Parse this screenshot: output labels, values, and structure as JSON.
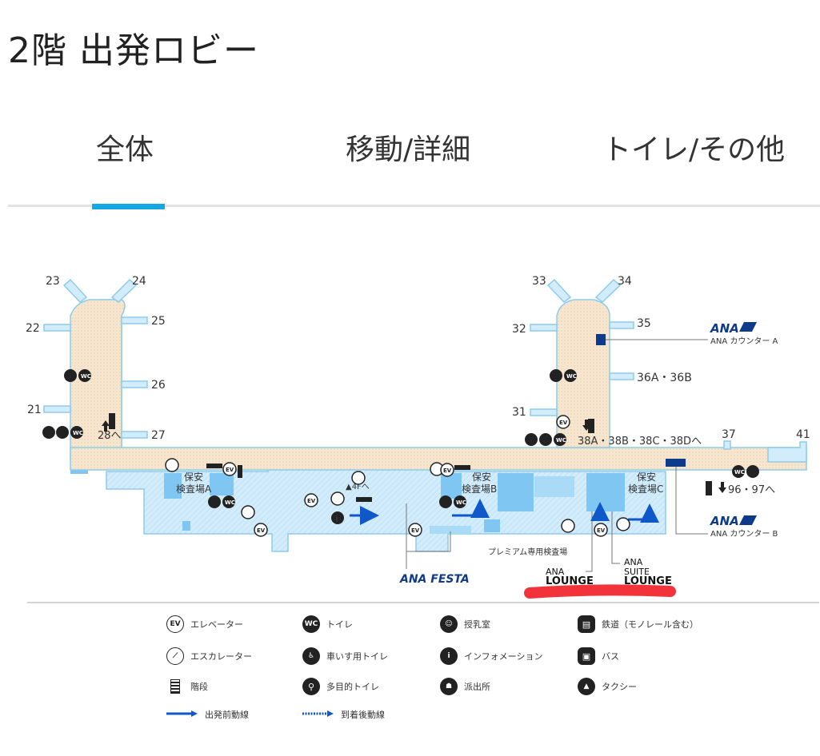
{
  "page": {
    "title": "2階 出発ロビー"
  },
  "tabs": [
    {
      "label": "全体",
      "active": true
    },
    {
      "label": "移動/詳細",
      "active": false
    },
    {
      "label": "トイレ/その他",
      "active": false
    }
  ],
  "colors": {
    "accent": "#13a7e6",
    "ana_blue": "#0e3a8c",
    "floor_beige": "#f7e6cf",
    "secure_area": "#d2ecfb",
    "red_highlight": "#f2333a"
  },
  "map": {
    "gates": {
      "g23": "23",
      "g24": "24",
      "g25": "25",
      "g22": "22",
      "g26": "26",
      "g21": "21",
      "g27": "27",
      "g33": "33",
      "g34": "34",
      "g32": "32",
      "g35": "35",
      "g36": "36A・36B",
      "g31": "31",
      "g37": "37",
      "g41": "41"
    },
    "labels": {
      "to28": "28へ",
      "to38": "38A・38B・38C・38Dへ",
      "to9697": "96・97へ",
      "to4f": "▲4Fへ",
      "securityA": [
        "保安",
        "検査場A"
      ],
      "securityB": [
        "保安",
        "検査場B"
      ],
      "securityC": [
        "保安",
        "検査場C"
      ],
      "premium": "プレミアム専用検査場",
      "ana_counter_a": "ANA カウンター A",
      "ana_counter_b": "ANA カウンター B",
      "ana_logo": "ANA",
      "ana_festa": "ANA FESTA",
      "ana_lounge": [
        "ANA",
        "LOUNGE"
      ],
      "ana_suite_lounge": [
        "ANA",
        "SUITE",
        "LOUNGE"
      ],
      "icon_ev": "EV",
      "icon_wc": "WC"
    }
  },
  "legend": [
    {
      "icon": "elevator-icon",
      "label": "エレベーター"
    },
    {
      "icon": "toilet-icon",
      "label": "トイレ"
    },
    {
      "icon": "nursing-room-icon",
      "label": "授乳室"
    },
    {
      "icon": "railway-icon",
      "label": "鉄道（モノレール含む）"
    },
    {
      "icon": "escalator-icon",
      "label": "エスカレーター"
    },
    {
      "icon": "wheelchair-toilet-icon",
      "label": "車いす用トイレ"
    },
    {
      "icon": "information-icon",
      "label": "インフォメーション"
    },
    {
      "icon": "bus-icon",
      "label": "バス"
    },
    {
      "icon": "stairs-icon",
      "label": "階段"
    },
    {
      "icon": "multipurpose-toilet-icon",
      "label": "多目的トイレ"
    },
    {
      "icon": "police-box-icon",
      "label": "派出所"
    },
    {
      "icon": "taxi-icon",
      "label": "タクシー"
    },
    {
      "icon": "departure-route-icon",
      "label": "出発前動線"
    },
    {
      "icon": "arrival-route-icon",
      "label": "到着後動線"
    }
  ]
}
